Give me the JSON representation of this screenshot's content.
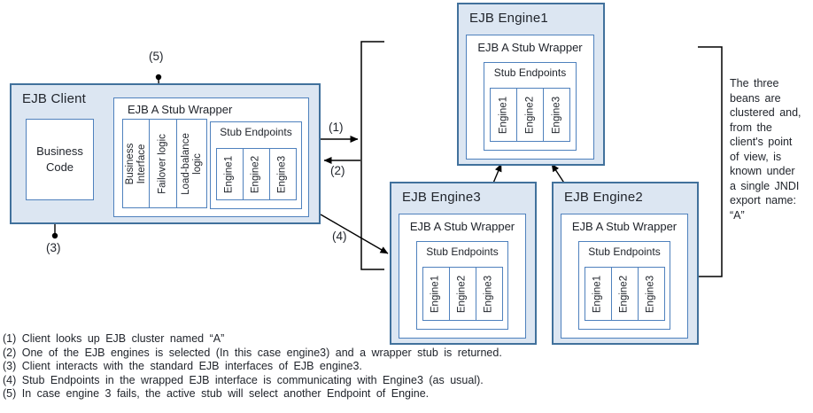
{
  "colors": {
    "box_fill": "#dce6f2",
    "box_border": "#41719c",
    "inner_border": "#4f81bd",
    "connector": "#000000",
    "text": "#21252c"
  },
  "client": {
    "title": "EJB Client",
    "business_code": "Business\nCode",
    "wrapper": {
      "title": "EJB A Stub Wrapper",
      "columns": [
        "Business\nInterface",
        "Failover logic",
        "Load-balance\nlogic"
      ],
      "stub": {
        "title": "Stub Endpoints",
        "endpoints": [
          "Engine1",
          "Engine2",
          "Engine3"
        ]
      }
    }
  },
  "engines": [
    {
      "title": "EJB Engine1",
      "wrapper_title": "EJB A Stub Wrapper",
      "stub_title": "Stub Endpoints",
      "endpoints": [
        "Engine1",
        "Engine2",
        "Engine3"
      ]
    },
    {
      "title": "EJB Engine3",
      "wrapper_title": "EJB A Stub Wrapper",
      "stub_title": "Stub Endpoints",
      "endpoints": [
        "Engine1",
        "Engine2",
        "Engine3"
      ]
    },
    {
      "title": "EJB Engine2",
      "wrapper_title": "EJB A Stub Wrapper",
      "stub_title": "Stub Endpoints",
      "endpoints": [
        "Engine1",
        "Engine2",
        "Engine3"
      ]
    }
  ],
  "labels": {
    "l1": "(1)",
    "l2": "(2)",
    "l3": "(3)",
    "l4": "(4)",
    "l5": "(5)"
  },
  "side_note": "The three\nbeans are\nclustered and,\nfrom the\nclient's point\nof view, is\nknown under\na single JNDI\nexport name:\n“A”",
  "footnotes": [
    "(1) Client looks up EJB cluster named “A”",
    "(2) One of the EJB engines is selected (In this case engine3) and a wrapper stub is returned.",
    "(3) Client interacts with the standard EJB interfaces of EJB engine3.",
    "(4) Stub Endpoints in the wrapped EJB interface is communicating with Engine3 (as usual).",
    "(5) In case engine 3 fails, the active stub will select another Endpoint of Engine."
  ]
}
